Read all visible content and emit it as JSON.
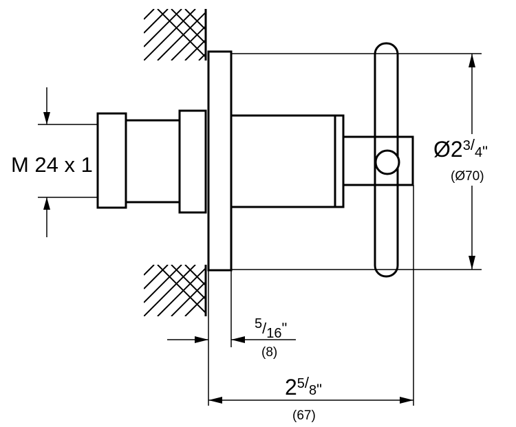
{
  "labels": {
    "thread": "M 24 x 1",
    "diameter_symbol": "Ø",
    "diameter_whole": "2",
    "diameter_num": "3",
    "diameter_den": "4",
    "diameter_unit": "\"",
    "diameter_metric": "(Ø70)",
    "flange_num": "5",
    "flange_den": "16",
    "flange_unit": "\"",
    "flange_metric": "(8)",
    "depth_whole": "2",
    "depth_num": "5",
    "depth_den": "8",
    "depth_unit": "\"",
    "depth_metric": "(67)"
  }
}
